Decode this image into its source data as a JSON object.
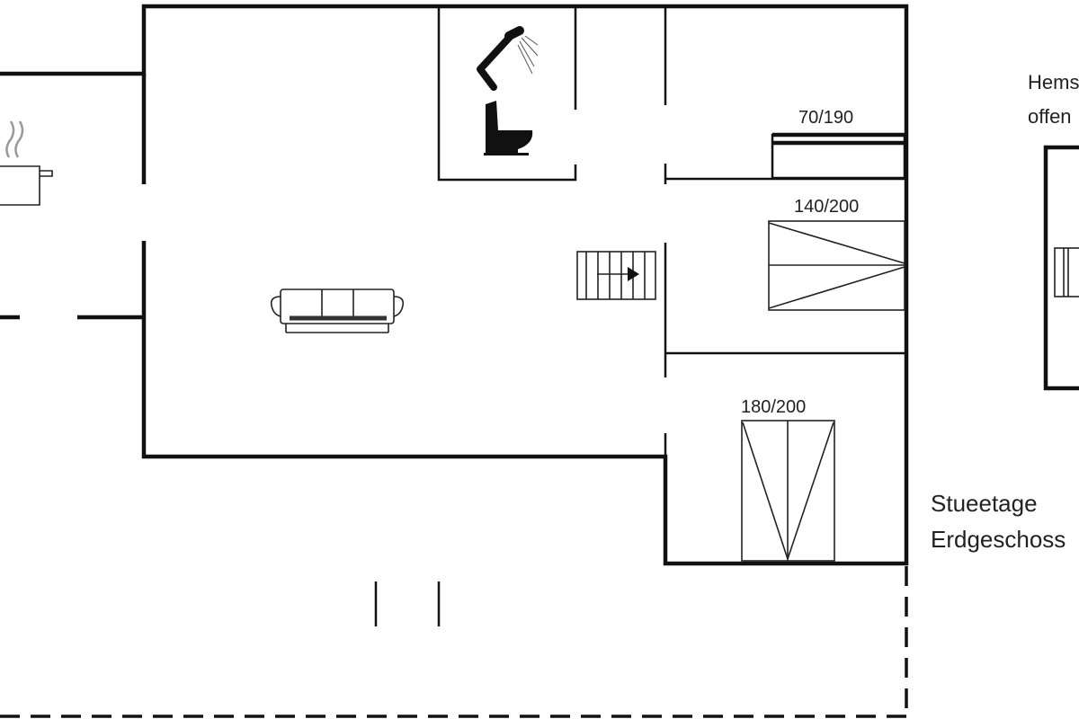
{
  "plan": {
    "beds": [
      {
        "label": "70/190"
      },
      {
        "label": "140/200"
      },
      {
        "label": "180/200"
      }
    ],
    "floor_label": {
      "line1": "Stueetage",
      "line2": "Erdgeschoss"
    },
    "loft_label": {
      "line1": "Hems",
      "line2": "offen"
    },
    "icons": [
      "kitchen-pot-icon",
      "sofa-icon",
      "shower-icon",
      "toilet-icon",
      "stairs-icon"
    ],
    "colors": {
      "line": "#111111",
      "background": "#ffffff"
    }
  }
}
